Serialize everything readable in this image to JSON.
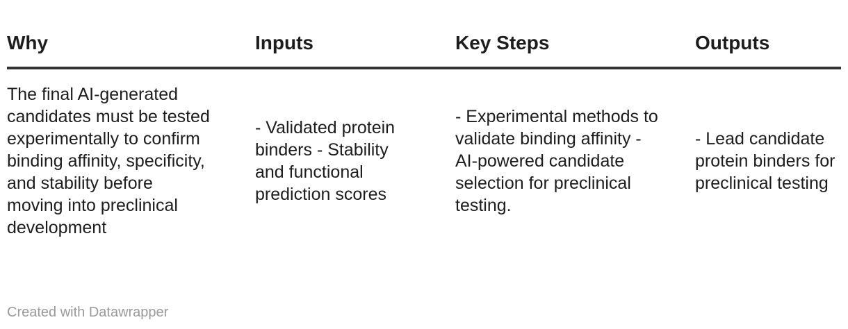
{
  "table": {
    "headers": [
      "Why",
      "Inputs",
      "Key Steps",
      "Outputs"
    ],
    "rows": [
      {
        "why": "The final AI-generated candidates must be tested experimentally to confirm binding affinity, specificity, and stability before moving into preclinical development",
        "inputs": "- Validated protein binders - Stability and functional prediction scores",
        "key_steps": "- Experimental methods to validate binding affinity - AI-powered candidate selection for preclinical testing.",
        "outputs": "- Lead candidate protein binders for preclinical testing"
      }
    ]
  },
  "footer": {
    "credit": "Created with Datawrapper"
  },
  "colors": {
    "text": "#1d1d1d",
    "header_rule": "#333333",
    "footer_text": "#9a9a9a",
    "background": "#ffffff"
  }
}
